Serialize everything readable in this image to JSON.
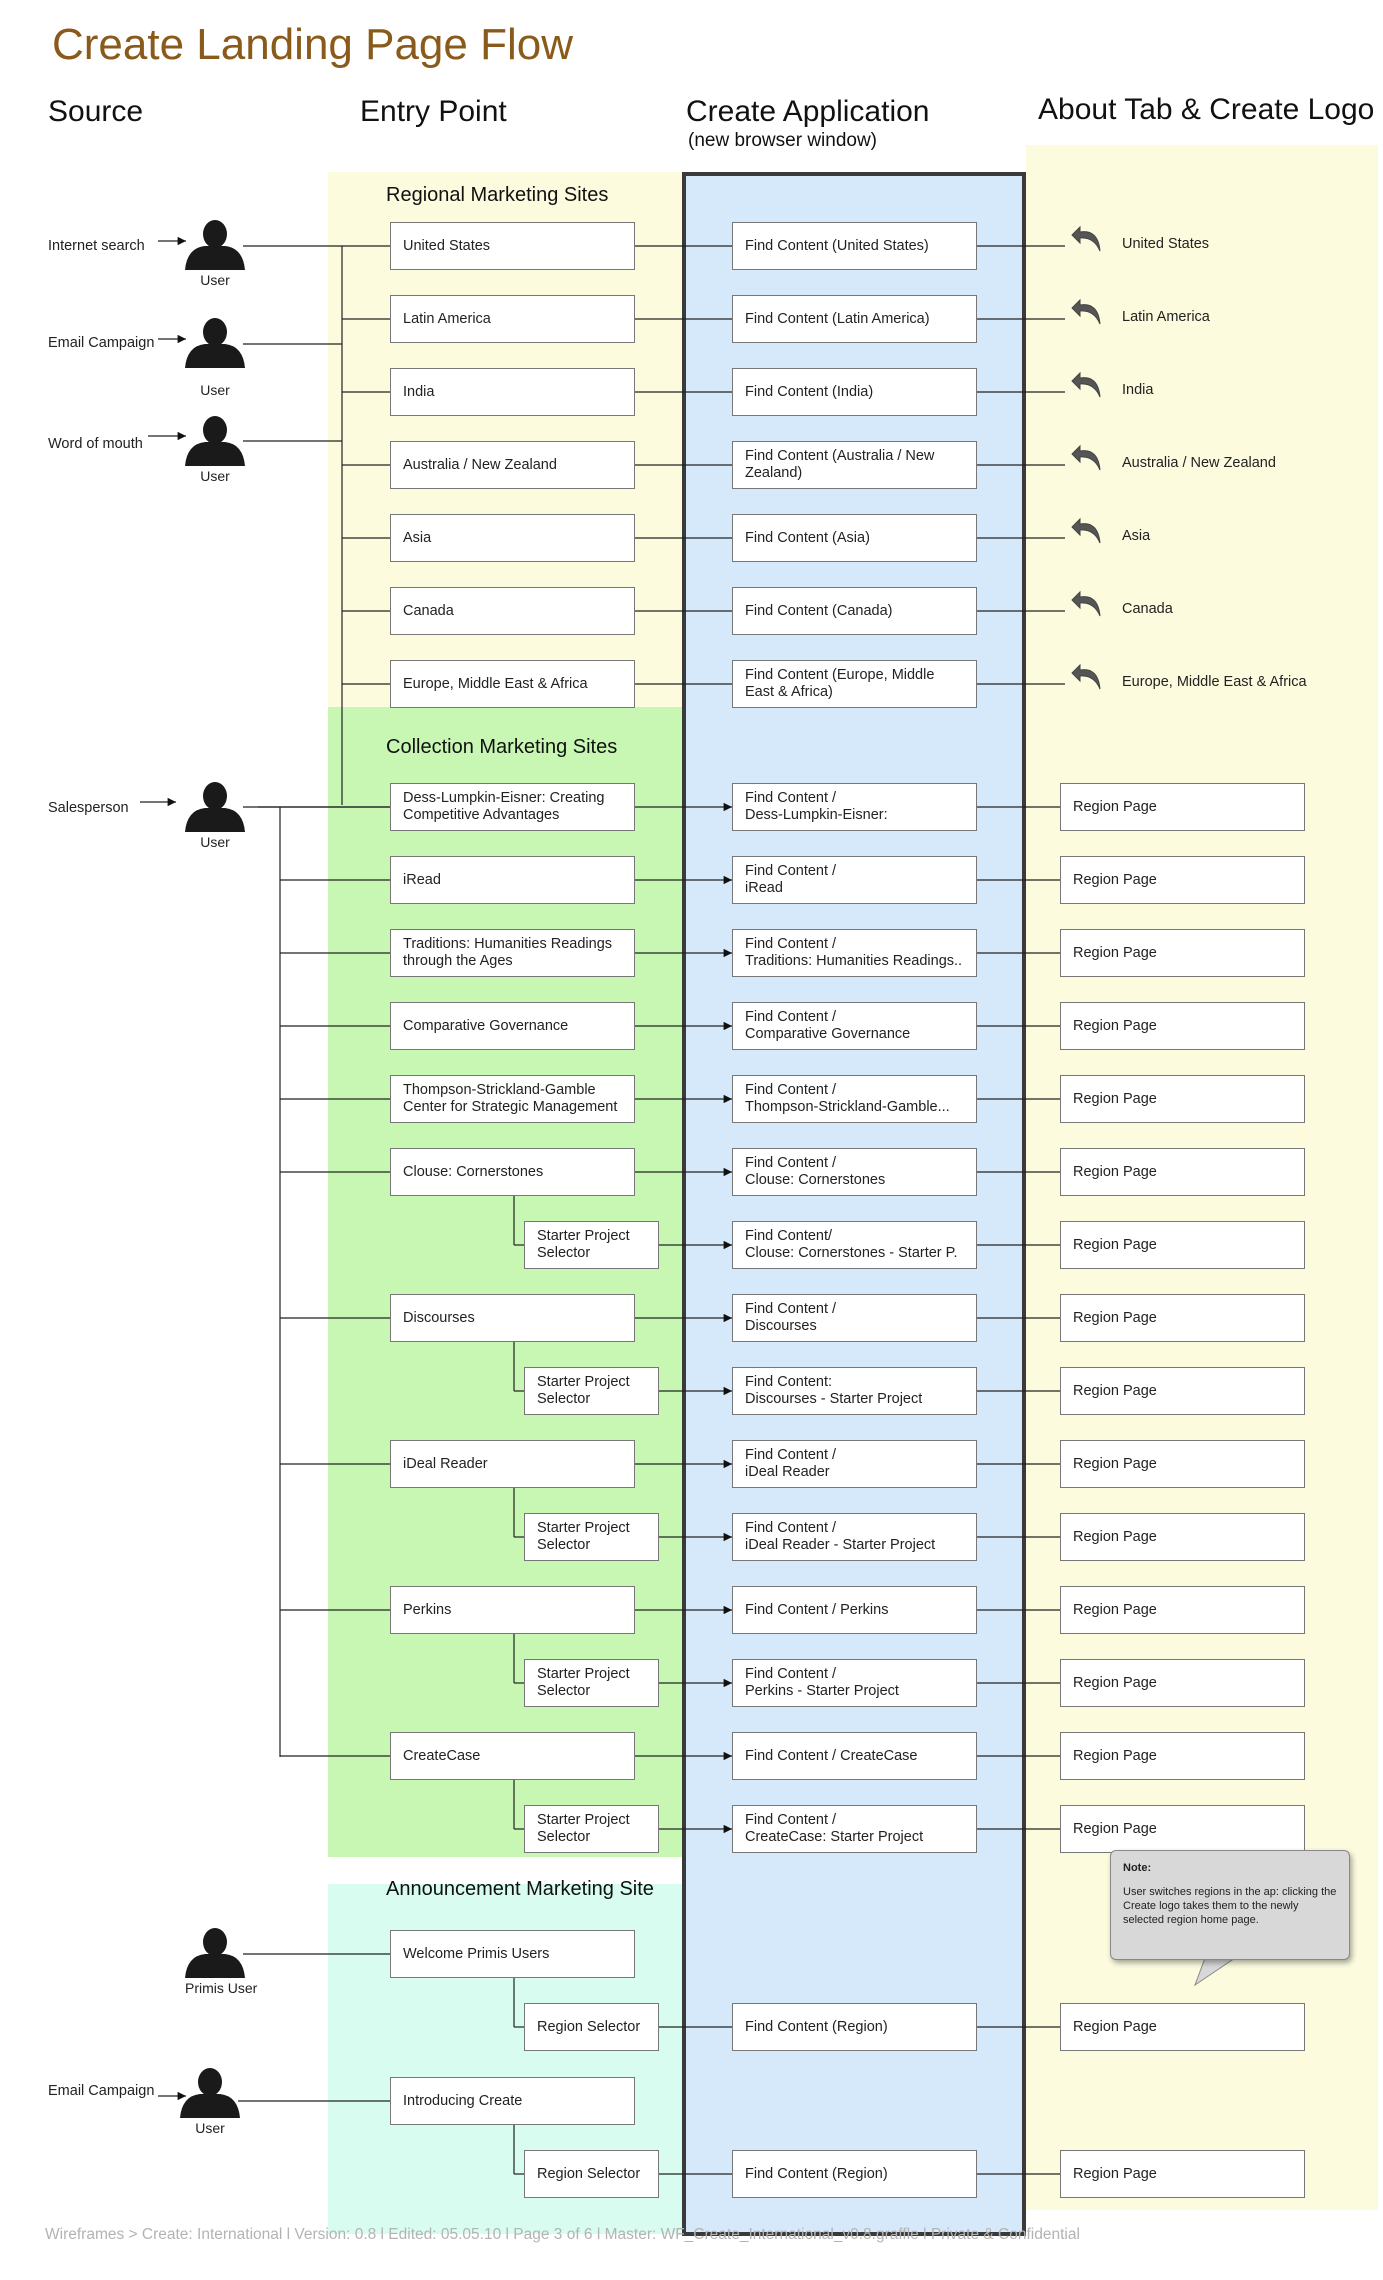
{
  "title": "Create Landing Page Flow",
  "columns": {
    "source": "Source",
    "entry": "Entry Point",
    "app": "Create Application",
    "app_sub": "(new browser window)",
    "about": "About Tab & Create Logo"
  },
  "sections": {
    "regional": "Regional Marketing Sites",
    "collection": "Collection Marketing Sites",
    "announcement": "Announcement Marketing Site"
  },
  "sources": [
    {
      "label": "Internet search",
      "user": "User"
    },
    {
      "label": "Email Campaign",
      "user": "User"
    },
    {
      "label": "Word of mouth",
      "user": "User"
    },
    {
      "label": "Salesperson",
      "user": "User"
    },
    {
      "label": "",
      "user": "Primis User"
    },
    {
      "label": "Email Campaign",
      "user": "User"
    }
  ],
  "regional_rows": [
    {
      "entry": "United States",
      "app": "Find Content (United States)",
      "about": "United States"
    },
    {
      "entry": "Latin America",
      "app": "Find Content (Latin America)",
      "about": "Latin America"
    },
    {
      "entry": "India",
      "app": "Find Content (India)",
      "about": "India"
    },
    {
      "entry": "Australia / New Zealand",
      "app": "Find Content (Australia / New\nZealand)",
      "about": "Australia / New Zealand"
    },
    {
      "entry": "Asia",
      "app": "Find Content (Asia)",
      "about": "Asia"
    },
    {
      "entry": "Canada",
      "app": "Find Content (Canada)",
      "about": "Canada"
    },
    {
      "entry": "Europe, Middle East & Africa",
      "app": "Find Content (Europe, Middle\nEast & Africa)",
      "about": "Europe, Middle East & Africa"
    }
  ],
  "collection_rows": [
    {
      "entry": "Dess-Lumpkin-Eisner: Creating\nCompetitive Advantages",
      "app": "Find Content /\nDess-Lumpkin-Eisner:",
      "about": "Region Page",
      "sub": false
    },
    {
      "entry": "iRead",
      "app": "Find Content /\niRead",
      "about": "Region Page",
      "sub": false
    },
    {
      "entry": "Traditions: Humanities Readings\nthrough the Ages",
      "app": "Find Content /\nTraditions: Humanities Readings..",
      "about": "Region Page",
      "sub": false
    },
    {
      "entry": "Comparative Governance",
      "app": "Find Content /\nComparative Governance",
      "about": "Region Page",
      "sub": false
    },
    {
      "entry": "Thompson-Strickland-Gamble\nCenter for Strategic Management",
      "app": "Find Content /\nThompson-Strickland-Gamble...",
      "about": "Region Page",
      "sub": false
    },
    {
      "entry": "Clouse: Cornerstones",
      "app": "Find Content /\nClouse: Cornerstones",
      "about": "Region Page",
      "sub": false
    },
    {
      "entry": "Starter Project\nSelector",
      "app": "Find Content/\nClouse: Cornerstones - Starter P.",
      "about": "Region Page",
      "sub": true
    },
    {
      "entry": "Discourses",
      "app": "Find Content /\nDiscourses",
      "about": "Region Page",
      "sub": false
    },
    {
      "entry": "Starter Project\nSelector",
      "app": "Find Content:\nDiscourses - Starter Project",
      "about": "Region Page",
      "sub": true
    },
    {
      "entry": "iDeal Reader",
      "app": "Find Content /\niDeal Reader",
      "about": "Region Page",
      "sub": false
    },
    {
      "entry": "Starter Project\nSelector",
      "app": "Find Content /\niDeal Reader - Starter Project",
      "about": "Region Page",
      "sub": true
    },
    {
      "entry": "Perkins",
      "app": "Find Content / Perkins",
      "about": "Region Page",
      "sub": false
    },
    {
      "entry": "Starter Project\nSelector",
      "app": "Find Content /\nPerkins - Starter Project",
      "about": "Region Page",
      "sub": true
    },
    {
      "entry": "CreateCase",
      "app": "Find Content / CreateCase",
      "about": "Region Page",
      "sub": false
    },
    {
      "entry": "Starter Project\nSelector",
      "app": "Find Content /\nCreateCase: Starter Project",
      "about": "Region Page",
      "sub": true
    }
  ],
  "announcement_rows": [
    {
      "entry": "Welcome Primis Users",
      "sub_entry": "Region Selector",
      "app": "Find Content (Region)",
      "about": "Region Page"
    },
    {
      "entry": "Introducing Create",
      "sub_entry": "Region Selector",
      "app": "Find Content (Region)",
      "about": "Region Page"
    }
  ],
  "note": {
    "title": "Note:",
    "text": "User switches regions in the ap: clicking the Create logo takes them to the newly selected region home page."
  },
  "footer": "Wireframes > Create: International l  Version: 0.8  l  Edited:  05.05.10   l  Page 3 of 6  l  Master: WF_Create_International_v0.8.graffle  l  Private & Confidential",
  "colors": {
    "title": "#8a5a1a",
    "regional_bg": "#fdfbde",
    "collection_bg": "#c8f7b4",
    "announcement_bg": "#d8fcf0",
    "app_bg": "#d6e9fb",
    "about_bg": "#fdfbde"
  }
}
